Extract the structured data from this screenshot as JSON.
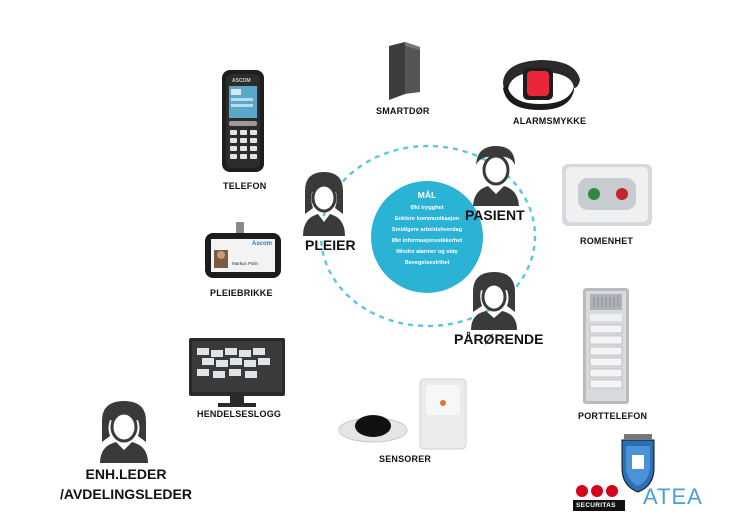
{
  "center": {
    "title": "MÅL",
    "goals": [
      "Økt trygghet",
      "Enklere kommunikasjon",
      "Smidigere arbeidshverdag",
      "Økt informasjonssikkerhet",
      "Mindre alarmer og støy",
      "Bevegelsesfrihet"
    ]
  },
  "roles": {
    "pleier": "PLEIER",
    "pasient": "PASIENT",
    "parorende": "PÅRØRENDE",
    "enh_leder_line1": "ENH.LEDER",
    "enh_leder_line2": "/AVDELINGSLEDER"
  },
  "devices": {
    "smartdor": "SMARTDØR",
    "alarmsmykke": "ALARMSMYKKE",
    "telefon": "TELEFON",
    "romenhet": "ROMENHET",
    "pleiebrikke": "PLEIEBRIKKE",
    "hendelseslogg": "HENDELSESLOGG",
    "porttelefon": "PORTTELEFON",
    "sensorer": "SENSORER"
  },
  "phone_brand": "ASCOM",
  "badge": {
    "logo": "Ascom",
    "name": "Markus Pölin"
  },
  "logos": {
    "securitas": "SECURITAS",
    "atea": "ATEA"
  },
  "colors": {
    "circle": "#2bb3d6",
    "dashed": "#5ac6df",
    "person": "#3a3a3a",
    "alarm_red": "#e8273a",
    "securitas_red": "#d5001c",
    "atea_blue": "#4a9fd4",
    "atea_green": "#5fae3b"
  }
}
